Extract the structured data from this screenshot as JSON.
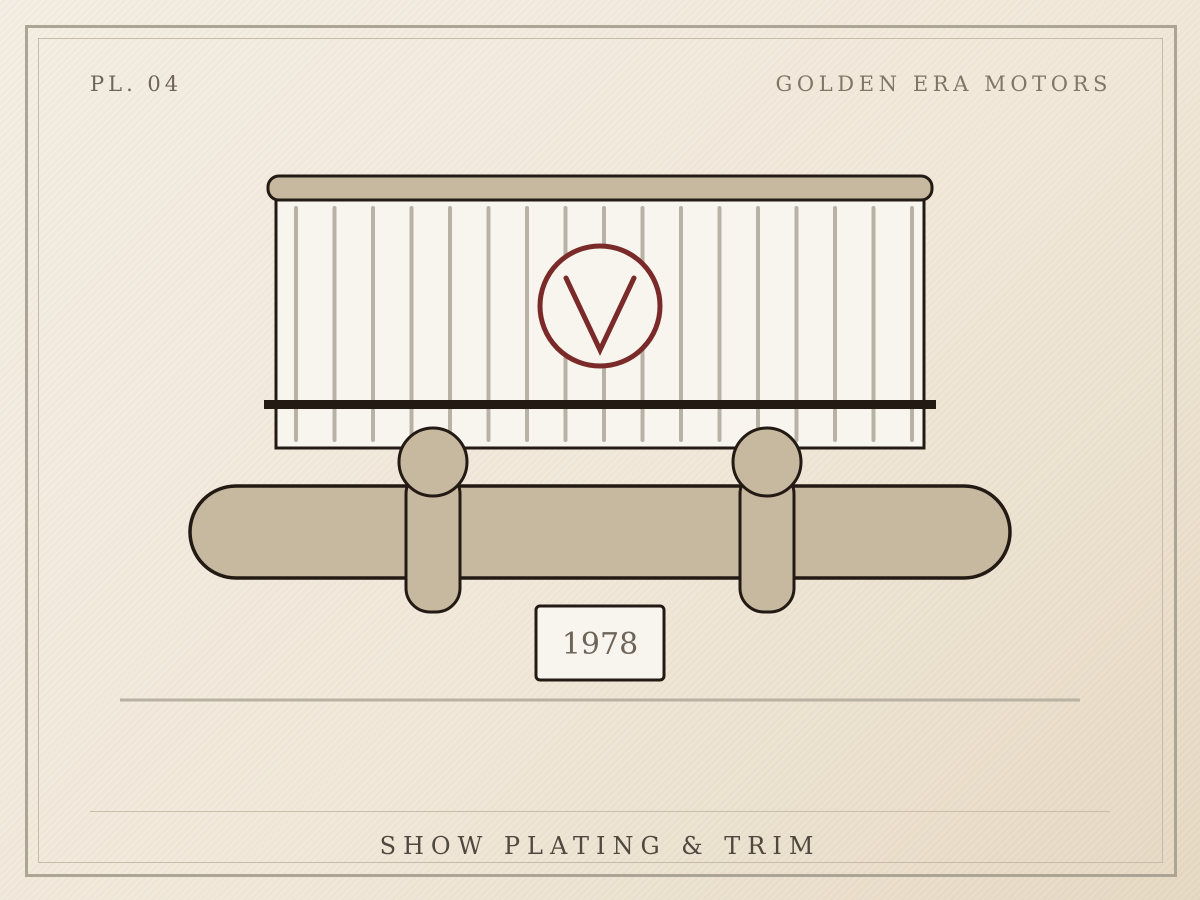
{
  "header": {
    "plate_number": "PL. 04",
    "brand": "GOLDEN ERA MOTORS"
  },
  "illustration": {
    "emblem_letter": "V",
    "year_plate": "1978",
    "grille_bar_count": 17
  },
  "caption": "SHOW PLATING & TRIM",
  "colors": {
    "paper": "#f2eadd",
    "ink": "#231a14",
    "chrome_tan": "#c6b9a0",
    "grille_fill": "#f8f5ef",
    "grille_bar": "#b8b2a6",
    "emblem_red": "#7a2a28",
    "text_muted": "#6e6558",
    "rule": "#b9b1a2"
  }
}
